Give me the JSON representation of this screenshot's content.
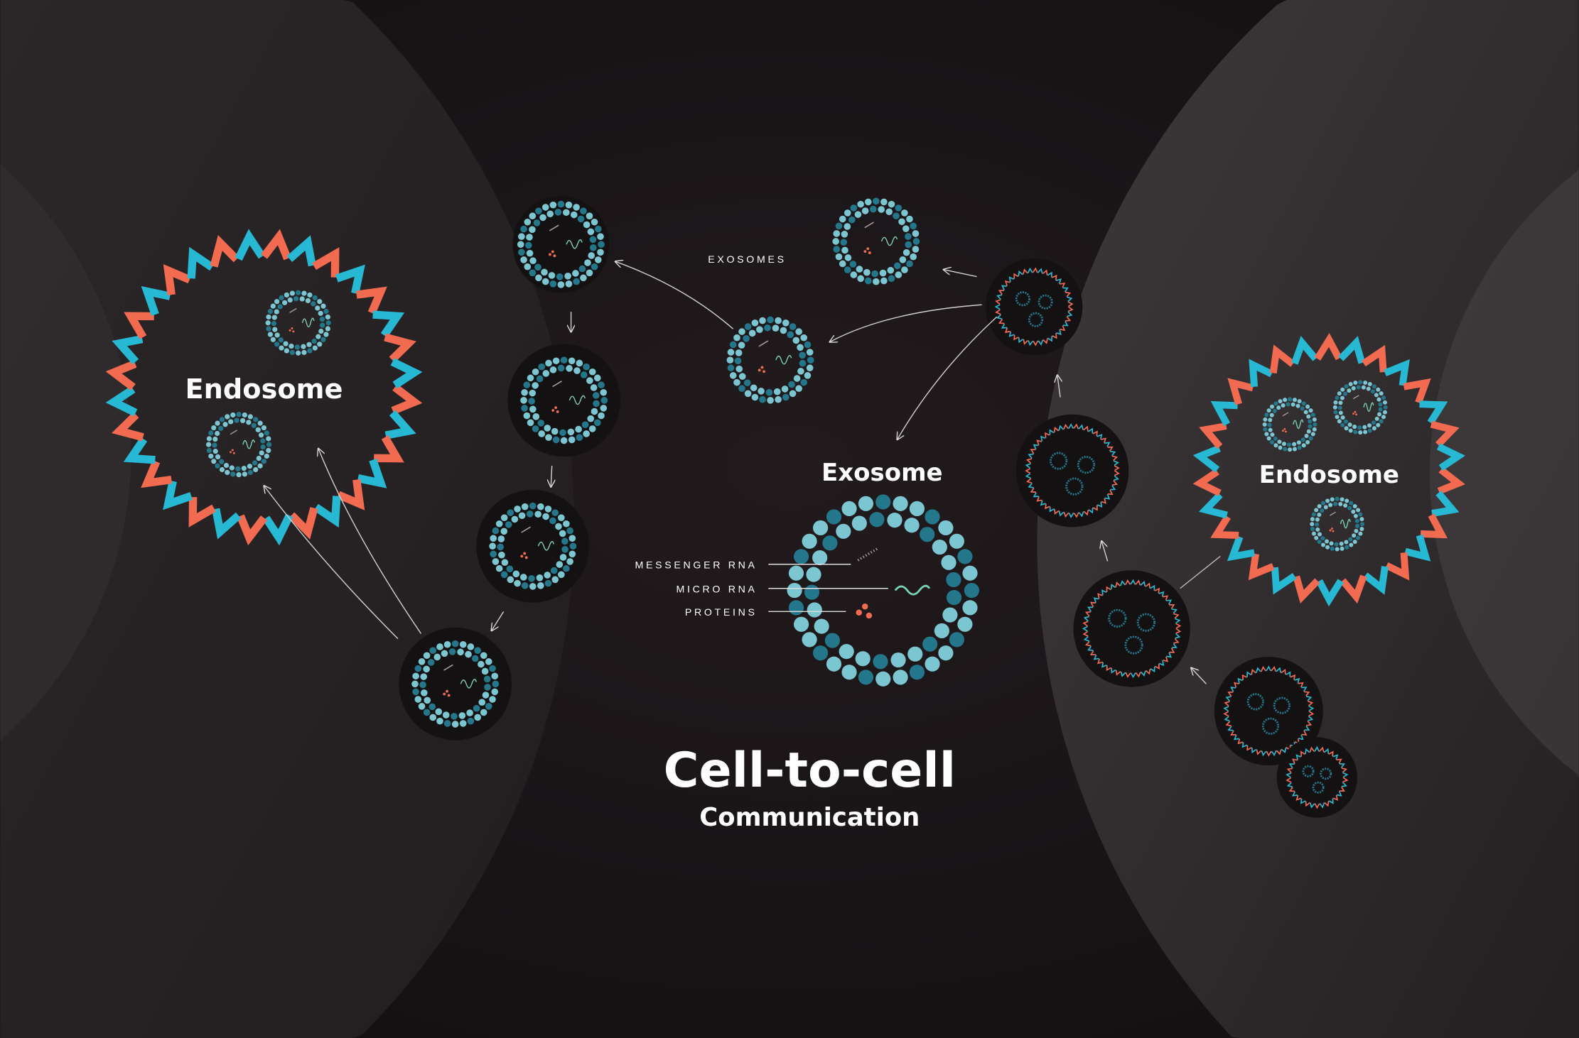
{
  "title": "Cell-to-cell",
  "subtitle": "Communication",
  "exosomes_label": "EXOSOMES",
  "exosome_heading": "Exosome",
  "endosome_left": "Endosome",
  "endosome_right": "Endosome",
  "legend": {
    "messenger_rna": "MESSENGER RNA",
    "micro_rna": "MICRO RNA",
    "proteins": "PROTEINS"
  },
  "colors": {
    "background": "#1b1618",
    "cell": "#2e2a2c",
    "membrane_orange": "#f26b50",
    "membrane_cyan": "#27b8d3",
    "dot_light": "#7cc6d1",
    "dot_dark": "#24778a",
    "protein": "#f26b50"
  }
}
